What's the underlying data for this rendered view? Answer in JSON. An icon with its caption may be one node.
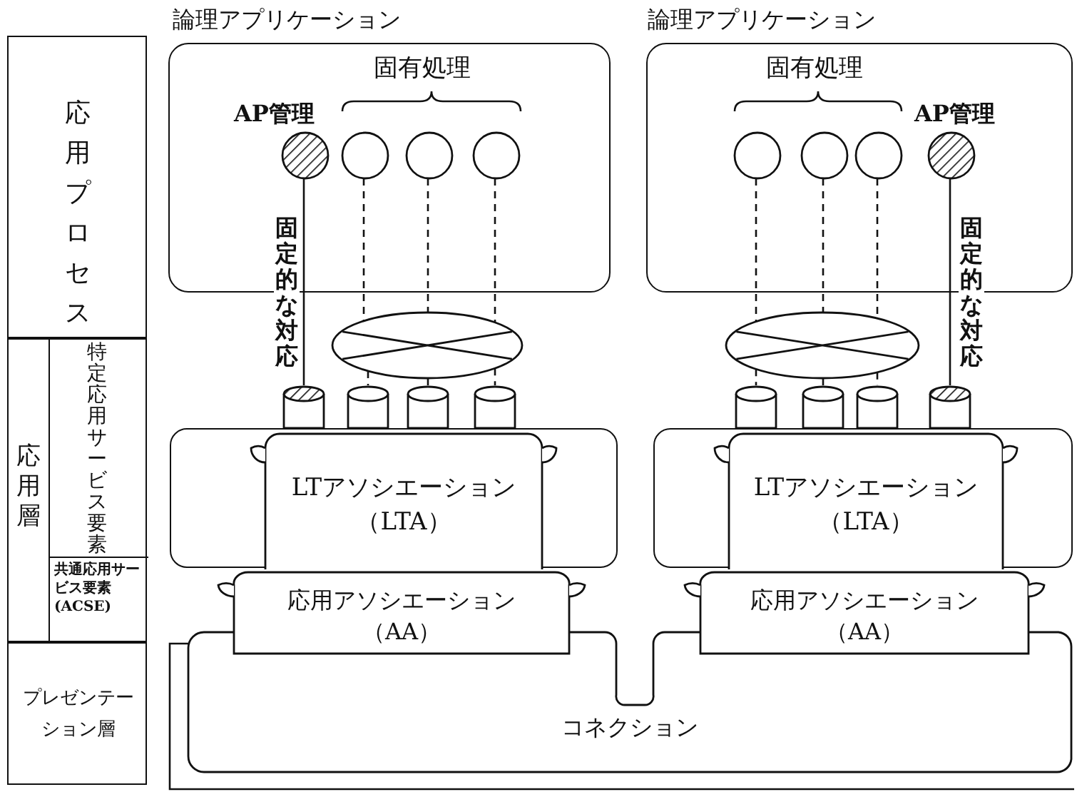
{
  "diagram": {
    "nodes": [
      {
        "text": [
          "応用プロセス"
        ]
      },
      {
        "text": [
          "応用層"
        ]
      },
      {
        "text": [
          "特定応用サービス要素"
        ],
        "in": 1
      },
      {
        "text": [
          "共通応用サービス要素(ACSE)"
        ],
        "in": 1
      },
      {
        "text": [
          "プレゼンテーション層"
        ]
      },
      {
        "text": [
          "論理アプリケーション"
        ]
      },
      {
        "text": [
          "AP管理"
        ],
        "in": 5
      },
      {
        "text": [],
        "shape": "circle",
        "in": 5
      },
      {
        "text": [],
        "shape": "circle",
        "in": 5
      },
      {
        "text": [],
        "shape": "circle",
        "in": 5
      },
      {
        "text": [
          "論理アプリケーション"
        ]
      },
      {
        "text": [],
        "shape": "circle",
        "in": 10
      },
      {
        "text": [],
        "shape": "circle",
        "in": 10
      },
      {
        "text": [],
        "shape": "circle",
        "in": 10
      },
      {
        "text": [
          "AP管理"
        ],
        "in": 10
      },
      {
        "text": [],
        "shape": "ellipse"
      },
      {
        "text": [],
        "shape": "ellipse"
      },
      {
        "text": [],
        "shape": "box"
      },
      {
        "text": [],
        "shape": "box"
      },
      {
        "text": [],
        "shape": "cylinder"
      },
      {
        "text": [],
        "shape": "cylinder"
      },
      {
        "text": [],
        "shape": "cylinder"
      },
      {
        "text": [],
        "shape": "cylinder"
      },
      {
        "text": [],
        "shape": "cylinder"
      },
      {
        "text": [],
        "shape": "cylinder"
      },
      {
        "text": [],
        "shape": "cylinder"
      },
      {
        "text": [],
        "shape": "cylinder"
      },
      {
        "text": [
          "LTアソシエーション（LTA）"
        ],
        "in": 17
      },
      {
        "text": [
          "LTアソシエーション（LTA）"
        ],
        "in": 18
      },
      {
        "text": [
          "応用アソシエーション（AA）"
        ]
      },
      {
        "text": [
          "応用アソシエーション（AA）"
        ]
      },
      {
        "text": [
          "コネクション"
        ]
      }
    ],
    "edges": [
      {
        "from": 6,
        "to": 19,
        "arrow": "none",
        "label": "固定的な対応"
      },
      {
        "from": 7,
        "to": 15,
        "arrow": "none",
        "style": "dashed"
      },
      {
        "from": 8,
        "to": 15,
        "arrow": "none",
        "style": "dashed"
      },
      {
        "from": 9,
        "to": 15,
        "arrow": "none",
        "style": "dashed"
      },
      {
        "from": 15,
        "to": 20,
        "arrow": "none",
        "style": "dashed"
      },
      {
        "from": 15,
        "to": 21,
        "arrow": "none",
        "style": "dashed"
      },
      {
        "from": 15,
        "to": 22,
        "arrow": "none",
        "style": "dashed"
      },
      {
        "from": 11,
        "to": 16,
        "arrow": "none",
        "style": "dashed"
      },
      {
        "from": 12,
        "to": 16,
        "arrow": "none",
        "style": "dashed"
      },
      {
        "from": 13,
        "to": 16,
        "arrow": "none",
        "style": "dashed"
      },
      {
        "from": 16,
        "to": 23,
        "arrow": "none",
        "style": "dashed"
      },
      {
        "from": 16,
        "to": 24,
        "arrow": "none",
        "style": "dashed"
      },
      {
        "from": 16,
        "to": 25,
        "arrow": "none",
        "style": "dashed"
      },
      {
        "from": 14,
        "to": 26,
        "arrow": "none",
        "label": "固定的な対応"
      }
    ],
    "labels": [
      "固有処理",
      "固有処理"
    ]
  }
}
